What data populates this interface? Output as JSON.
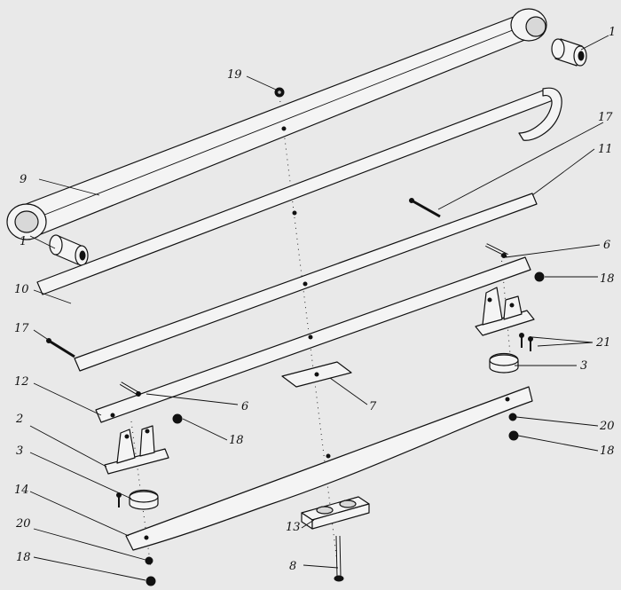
{
  "diagram": {
    "callouts": [
      {
        "id": "c1a",
        "text": "1"
      },
      {
        "id": "c1b",
        "text": "1"
      },
      {
        "id": "c2",
        "text": "2"
      },
      {
        "id": "c3a",
        "text": "3"
      },
      {
        "id": "c3b",
        "text": "3"
      },
      {
        "id": "c6a",
        "text": "6"
      },
      {
        "id": "c6b",
        "text": "6"
      },
      {
        "id": "c7",
        "text": "7"
      },
      {
        "id": "c8",
        "text": "8"
      },
      {
        "id": "c9",
        "text": "9"
      },
      {
        "id": "c10",
        "text": "10"
      },
      {
        "id": "c11",
        "text": "11"
      },
      {
        "id": "c12",
        "text": "12"
      },
      {
        "id": "c13",
        "text": "13"
      },
      {
        "id": "c14",
        "text": "14"
      },
      {
        "id": "c17a",
        "text": "17"
      },
      {
        "id": "c17b",
        "text": "17"
      },
      {
        "id": "c18a",
        "text": "18"
      },
      {
        "id": "c18b",
        "text": "18"
      },
      {
        "id": "c18c",
        "text": "18"
      },
      {
        "id": "c18d",
        "text": "18"
      },
      {
        "id": "c19",
        "text": "19"
      },
      {
        "id": "c20a",
        "text": "20"
      },
      {
        "id": "c20b",
        "text": "20"
      },
      {
        "id": "c21",
        "text": "21"
      }
    ]
  }
}
